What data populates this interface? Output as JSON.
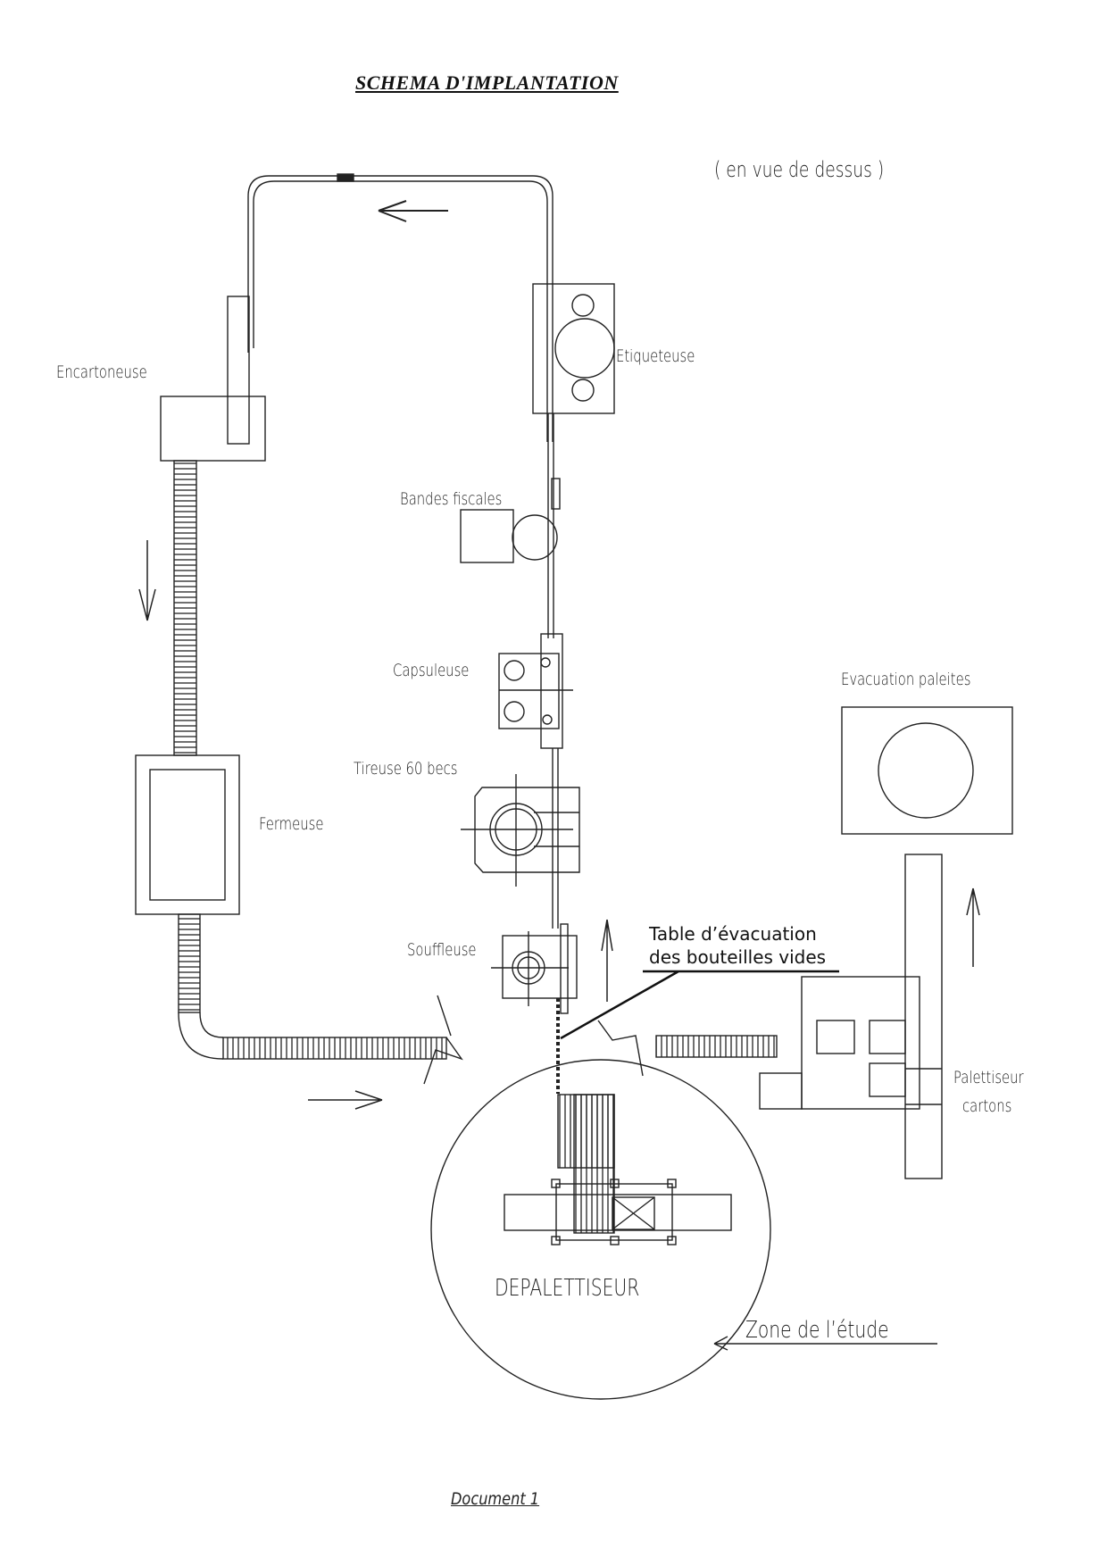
{
  "title": "SCHEMA D'IMPLANTATION",
  "view_note": "( en vue de dessus )",
  "machines": {
    "encartoneuse": "Encartoneuse",
    "etiqueteuse": "Etiqueteuse",
    "bandes_fiscales": "Bandes fiscales",
    "capsuleuse": "Capsuleuse",
    "tireuse": "Tireuse 60 becs",
    "fermeuse": "Fermeuse",
    "souffleuse": "Souffleuse",
    "evacuation_palettes": "Evacuation paleites",
    "palettiseur_line1": "Palettiseur",
    "palettiseur_line2": "cartons",
    "depalettiseur": "DEPALETTISEUR"
  },
  "callouts": {
    "table_line1": "Table d’évacuation",
    "table_line2": "des bouteilles vides",
    "zone": "Zone de l’étude"
  },
  "footer": "Document 1",
  "colors": {
    "ink": "#111111",
    "background": "#ffffff"
  }
}
